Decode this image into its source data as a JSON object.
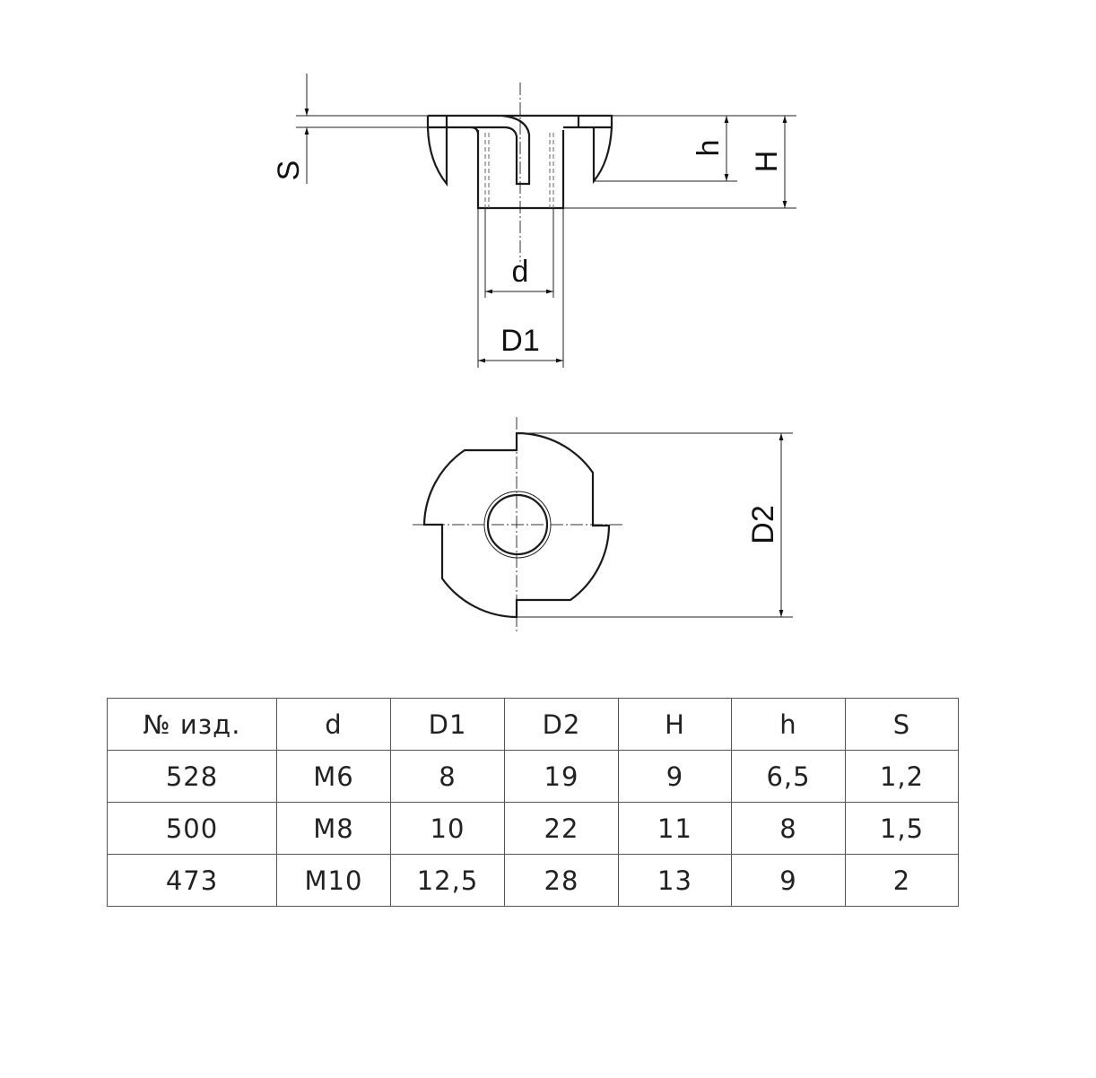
{
  "drawing": {
    "labels": {
      "S": "S",
      "h": "h",
      "H": "H",
      "d": "d",
      "D1": "D1",
      "D2": "D2"
    }
  },
  "table": {
    "headers": [
      "№ изд.",
      "d",
      "D1",
      "D2",
      "H",
      "h",
      "S"
    ],
    "rows": [
      [
        "528",
        "M6",
        "8",
        "19",
        "9",
        "6,5",
        "1,2"
      ],
      [
        "500",
        "M8",
        "10",
        "22",
        "11",
        "8",
        "1,5"
      ],
      [
        "473",
        "M10",
        "12,5",
        "28",
        "13",
        "9",
        "2"
      ]
    ]
  }
}
